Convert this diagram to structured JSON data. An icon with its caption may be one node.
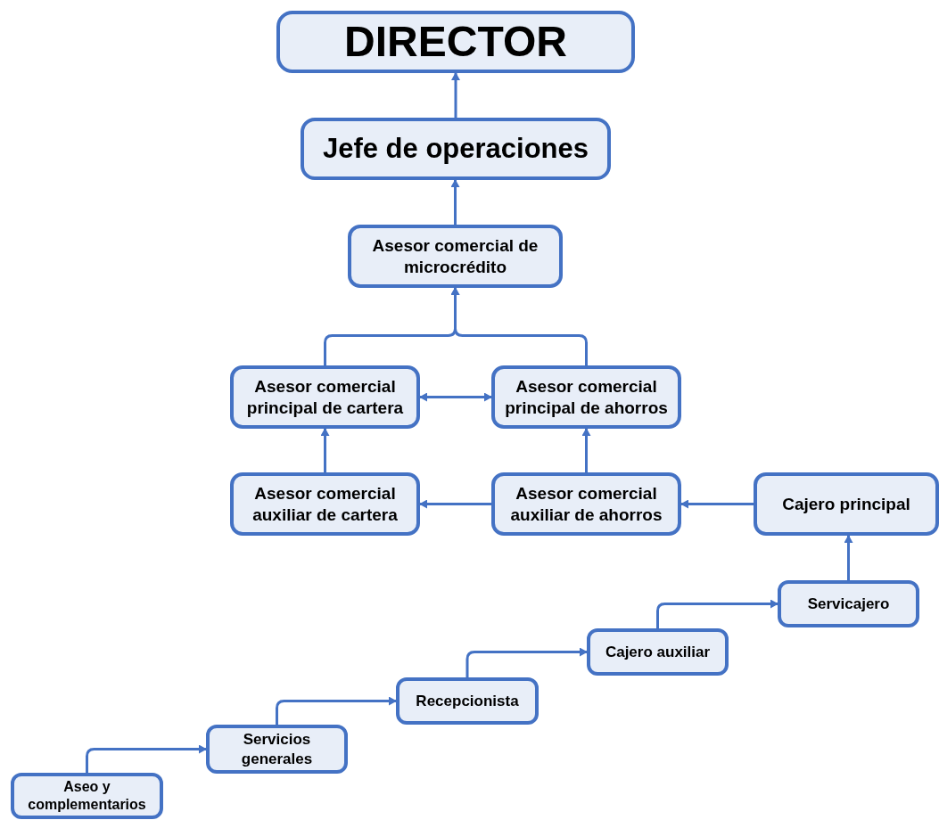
{
  "diagram": {
    "nodes": [
      {
        "text": [
          "DIRECTOR"
        ]
      },
      {
        "text": [
          "Jefe de operaciones"
        ]
      },
      {
        "text": [
          "Asesor comercial de microcrédito"
        ]
      },
      {
        "text": [
          "Asesor comercial principal de cartera"
        ]
      },
      {
        "text": [
          "Asesor comercial principal de ahorros"
        ]
      },
      {
        "text": [
          "Asesor comercial auxiliar de cartera"
        ]
      },
      {
        "text": [
          "Asesor comercial auxiliar de ahorros"
        ]
      },
      {
        "text": [
          "Cajero principal"
        ]
      },
      {
        "text": [
          "Servicajero"
        ]
      },
      {
        "text": [
          "Cajero auxiliar"
        ]
      },
      {
        "text": [
          "Recepcionista"
        ]
      },
      {
        "text": [
          "Servicios generales"
        ]
      },
      {
        "text": [
          "Aseo y complementarios"
        ]
      }
    ],
    "edges": [
      {
        "from": 1,
        "to": 0,
        "arrow": "to"
      },
      {
        "from": 2,
        "to": 1,
        "arrow": "to"
      },
      {
        "from": 3,
        "to": 2,
        "arrow": "to"
      },
      {
        "from": 4,
        "to": 2,
        "arrow": "to"
      },
      {
        "from": 3,
        "to": 4,
        "arrow": "both"
      },
      {
        "from": 5,
        "to": 3,
        "arrow": "to"
      },
      {
        "from": 6,
        "to": 4,
        "arrow": "to"
      },
      {
        "from": 6,
        "to": 5,
        "arrow": "to"
      },
      {
        "from": 7,
        "to": 6,
        "arrow": "to"
      },
      {
        "from": 8,
        "to": 7,
        "arrow": "to"
      },
      {
        "from": 9,
        "to": 8,
        "arrow": "to"
      },
      {
        "from": 10,
        "to": 9,
        "arrow": "to"
      },
      {
        "from": 11,
        "to": 10,
        "arrow": "to"
      },
      {
        "from": 12,
        "to": 11,
        "arrow": "to"
      }
    ]
  }
}
